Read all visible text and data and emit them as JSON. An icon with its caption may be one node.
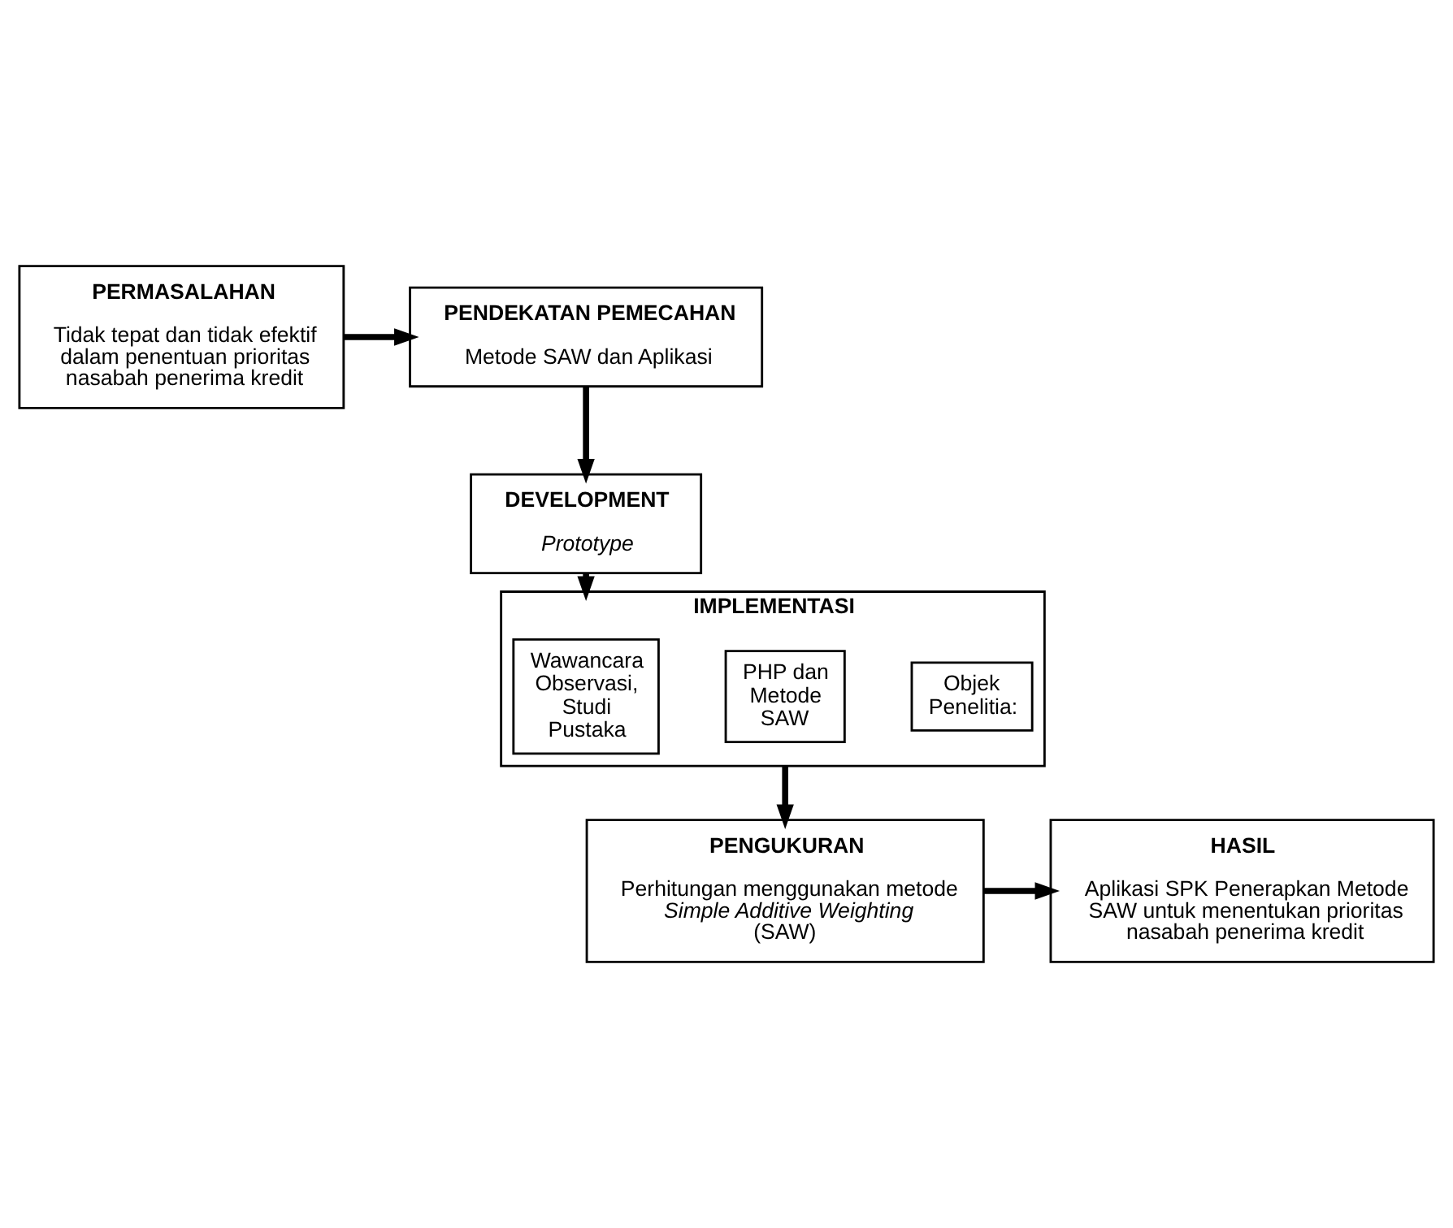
{
  "diagram": {
    "nodes": [
      {
        "text": [
          "PERMASALAHAN",
          "Tidak tepat dan tidak efektif dalam penentuan prioritas nasabah penerima kredit"
        ]
      },
      {
        "text": [
          "PENDEKATAN PEMECAHAN",
          "Metode SAW dan Aplikasi"
        ]
      },
      {
        "text": [
          "DEVELOPMENT",
          "Prototype"
        ]
      },
      {
        "text": [
          "IMPLEMENTASI"
        ]
      },
      {
        "text": [
          "Objek Penelitia:"
        ],
        "in": 3
      },
      {
        "text": [
          "PHP dan Metode SAW"
        ],
        "in": 3
      },
      {
        "text": [
          "Wawancara Observasi, Studi Pustaka"
        ],
        "in": 3
      },
      {
        "text": [
          "PENGUKURAN",
          "Perhitungan menggunakan metode *Simple Additive Weighting* (SAW)"
        ]
      },
      {
        "text": [
          "HASIL",
          "Aplikasi SPK Penerapkan Metode SAW untuk menentukan prioritas nasabah penerima kredit"
        ]
      }
    ],
    "edges": [
      {
        "from": 0,
        "to": 1,
        "arrow": "to"
      },
      {
        "from": 1,
        "to": 2,
        "arrow": "to"
      },
      {
        "from": 2,
        "to": 3,
        "arrow": "to"
      },
      {
        "from": 3,
        "to": 7,
        "arrow": "to"
      },
      {
        "from": 7,
        "to": 8,
        "arrow": "to"
      }
    ]
  }
}
